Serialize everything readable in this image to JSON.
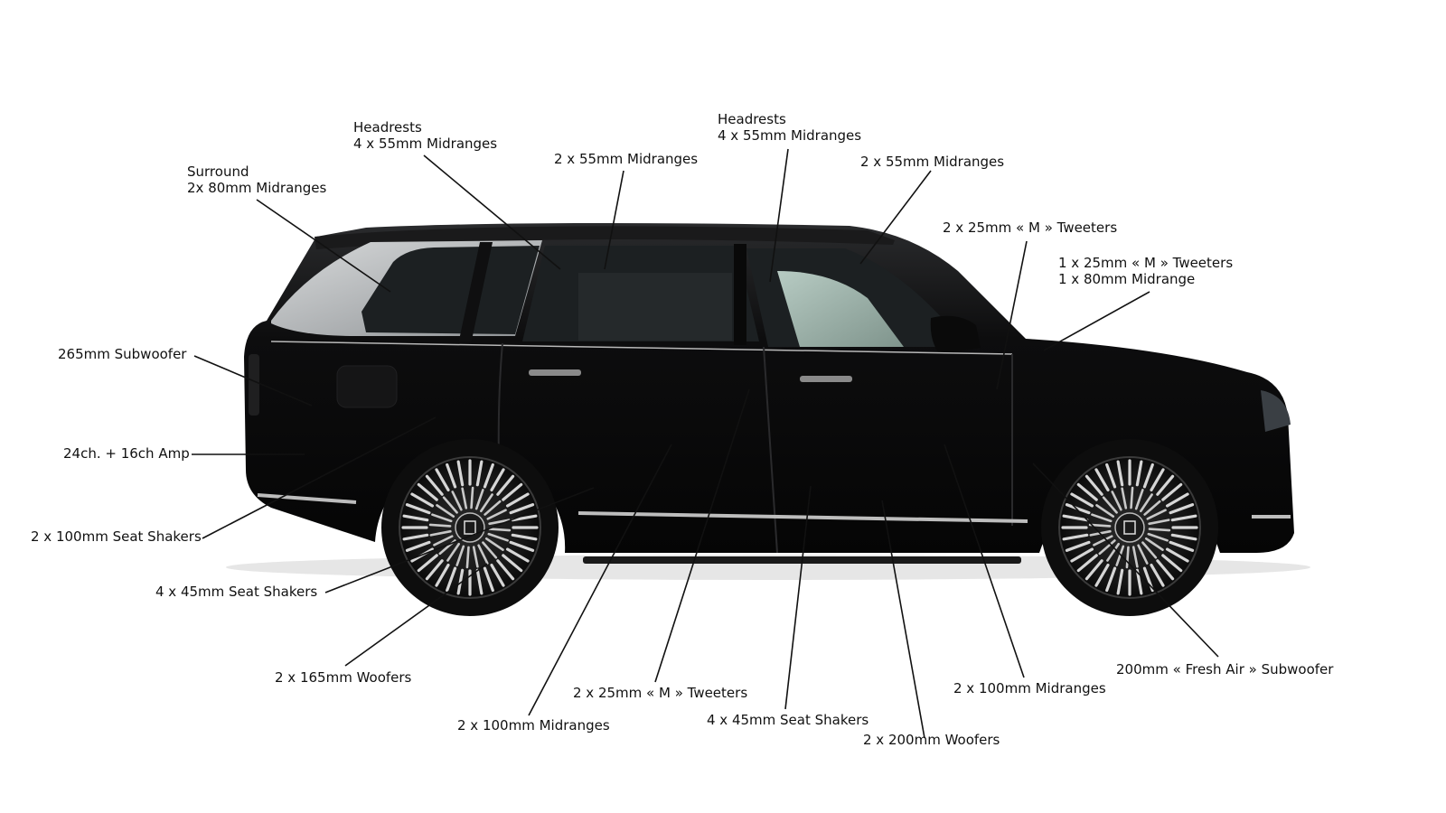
{
  "colors": {
    "background": "#ffffff",
    "car_body": "#0b0b0c",
    "glass": "#1d2123",
    "rear_glass": "#b9bcbe",
    "front_glass": "#9fb6ad",
    "leader_line": "#111111",
    "text": "#111111"
  },
  "labels": [
    {
      "id": "surround",
      "lines": [
        "Surround",
        "2x 80mm Midranges"
      ]
    },
    {
      "id": "headrests-rear",
      "lines": [
        "Headrests",
        "4 x 55mm Midranges"
      ]
    },
    {
      "id": "midranges-rear-door",
      "lines": [
        "2 x 55mm Midranges"
      ]
    },
    {
      "id": "headrests-front",
      "lines": [
        "Headrests",
        "4 x 55mm Midranges"
      ]
    },
    {
      "id": "midranges-front-door",
      "lines": [
        "2 x 55mm Midranges"
      ]
    },
    {
      "id": "tweeters-front",
      "lines": [
        "2 x 25mm « M » Tweeters"
      ]
    },
    {
      "id": "tweeter-midrange-dash",
      "lines": [
        "1 x 25mm « M » Tweeters",
        "1 x 80mm Midrange"
      ]
    },
    {
      "id": "subwoofer-265",
      "lines": [
        "265mm Subwoofer"
      ]
    },
    {
      "id": "amp",
      "lines": [
        "24ch. + 16ch Amp"
      ]
    },
    {
      "id": "seat-shakers-100",
      "lines": [
        "2 x 100mm Seat Shakers"
      ]
    },
    {
      "id": "seat-shakers-45-rear",
      "lines": [
        "4 x 45mm Seat Shakers"
      ]
    },
    {
      "id": "woofers-165",
      "lines": [
        "2 x 165mm Woofers"
      ]
    },
    {
      "id": "midranges-100-rear",
      "lines": [
        "2 x 100mm Midranges"
      ]
    },
    {
      "id": "tweeters-door",
      "lines": [
        "2 x 25mm « M » Tweeters"
      ]
    },
    {
      "id": "seat-shakers-45-front",
      "lines": [
        "4 x 45mm Seat Shakers"
      ]
    },
    {
      "id": "woofers-200",
      "lines": [
        "2 x 200mm Woofers"
      ]
    },
    {
      "id": "midranges-100-front",
      "lines": [
        "2 x 100mm Midranges"
      ]
    },
    {
      "id": "subwoofer-fresh-air",
      "lines": [
        "200mm « Fresh Air » Subwoofer"
      ]
    }
  ]
}
